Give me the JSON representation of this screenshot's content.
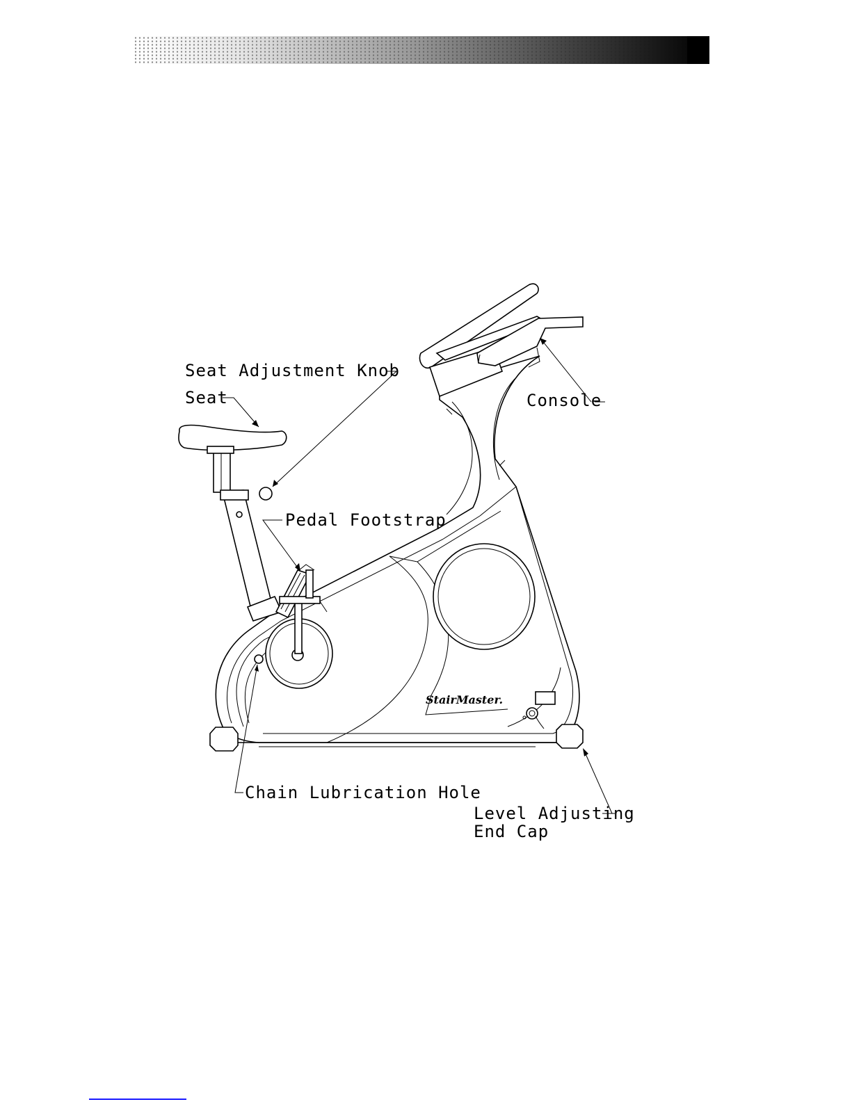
{
  "labels": {
    "seat_adjustment_knob": "Seat Adjustment Knob",
    "seat": "Seat",
    "console": "Console",
    "pedal_footstrap": "Pedal Footstrap",
    "chain_lubrication_hole": "Chain Lubrication Hole",
    "level_adjusting_line1": "Level Adjusting",
    "level_adjusting_line2": "End Cap"
  },
  "brand": {
    "logo_text": "StairMaster."
  },
  "colors": {
    "ink": "#000000",
    "paper": "#ffffff",
    "footer_link": "#1a1aff"
  }
}
